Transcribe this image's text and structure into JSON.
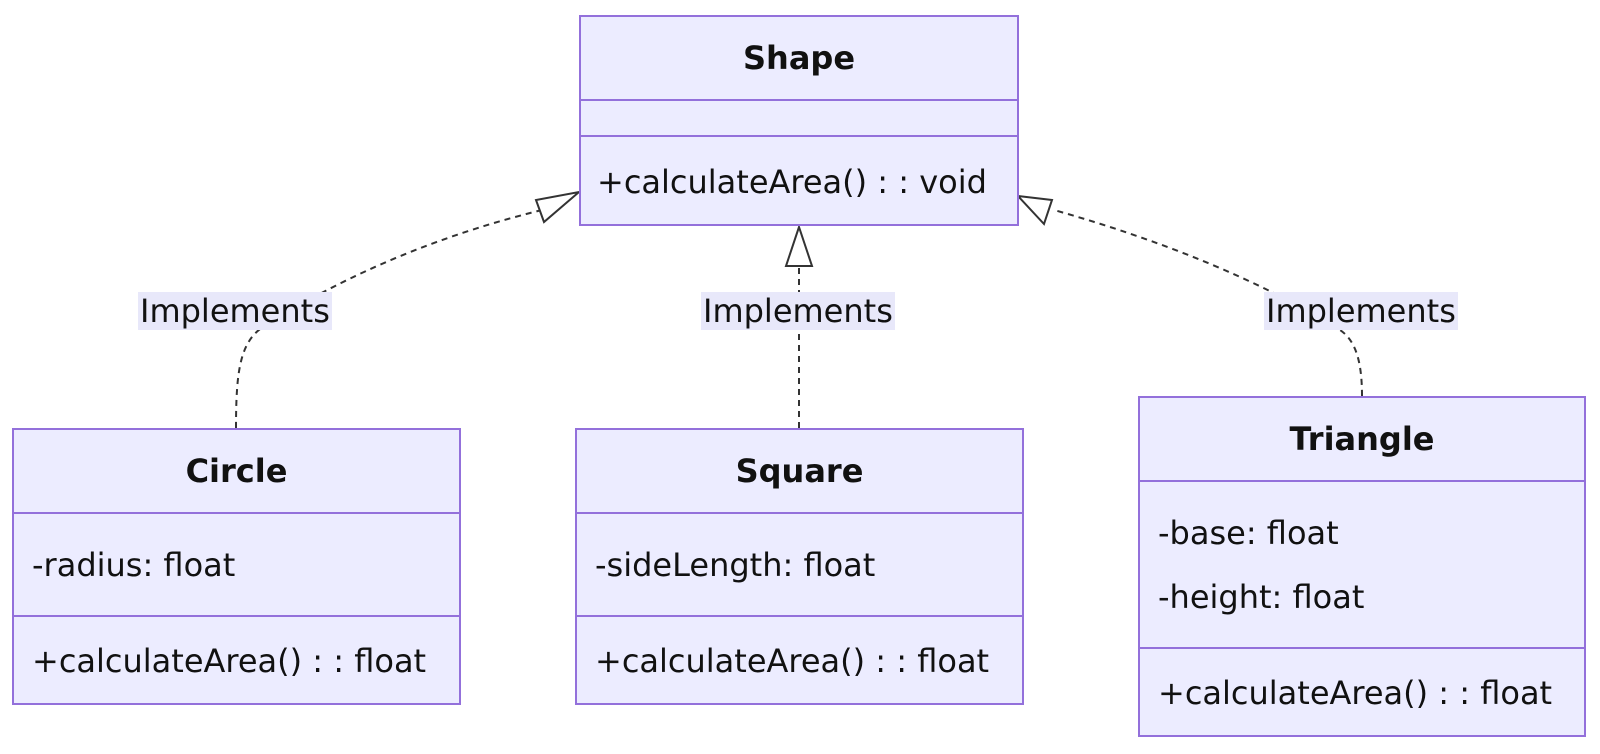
{
  "diagram": {
    "classes": {
      "shape": {
        "name": "Shape",
        "attributes": [],
        "methods": [
          "+calculateArea() : : void"
        ]
      },
      "circle": {
        "name": "Circle",
        "attributes": [
          "-radius: float"
        ],
        "methods": [
          "+calculateArea() : : float"
        ]
      },
      "square": {
        "name": "Square",
        "attributes": [
          "-sideLength: float"
        ],
        "methods": [
          "+calculateArea() : : float"
        ]
      },
      "triangle": {
        "name": "Triangle",
        "attributes": [
          "-base: float",
          "-height: float"
        ],
        "methods": [
          "+calculateArea() : : float"
        ]
      }
    },
    "relations": [
      {
        "from": "Circle",
        "to": "Shape",
        "type": "realization",
        "label": "Implements"
      },
      {
        "from": "Square",
        "to": "Shape",
        "type": "realization",
        "label": "Implements"
      },
      {
        "from": "Triangle",
        "to": "Shape",
        "type": "realization",
        "label": "Implements"
      }
    ],
    "colors": {
      "fill": "#ececff",
      "border": "#9370db",
      "line": "#333333",
      "label_bg": "#e8e8fa"
    }
  }
}
